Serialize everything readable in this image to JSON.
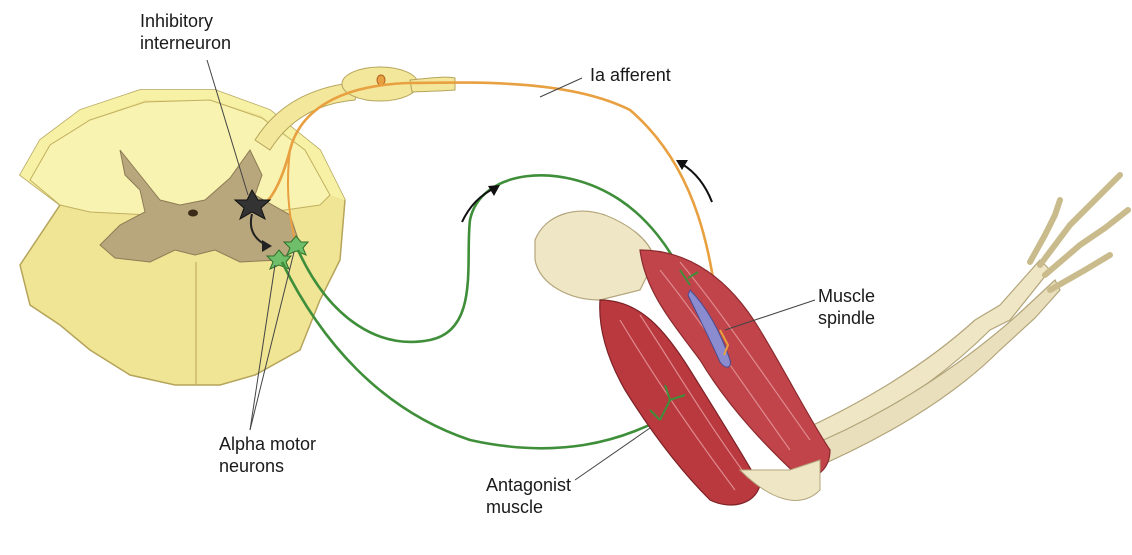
{
  "labels": {
    "inhibitory_interneuron": "Inhibitory\ninterneuron",
    "ia_afferent": "Ia afferent",
    "muscle_spindle": "Muscle\nspindle",
    "alpha_motor_neurons": "Alpha motor\nneurons",
    "antagonist_muscle": "Antagonist\nmuscle"
  },
  "colors": {
    "spinal_cord": "#f7f1a6",
    "gray_matter": "#b8a67c",
    "ia_afferent_fiber": "#e8a040",
    "motor_fiber": "#3f8f3a",
    "muscle": "#c0444a",
    "bone": "#efe6c6",
    "interneuron": "#333333"
  }
}
